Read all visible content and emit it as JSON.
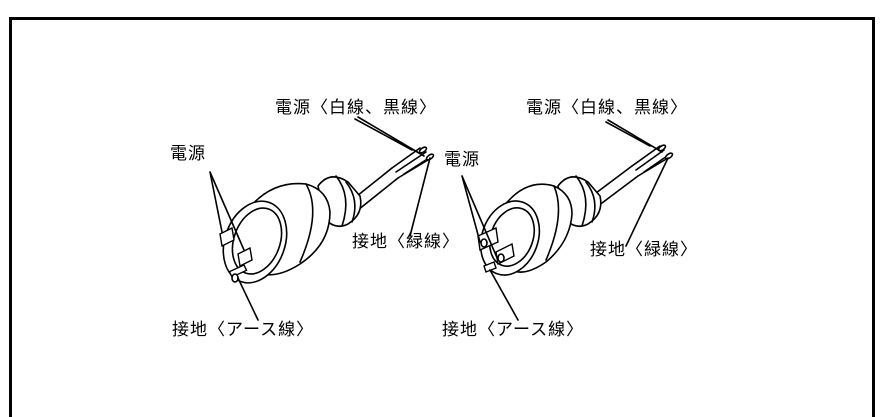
{
  "labels": {
    "left_power_wires": "電源〈白線、黒線〉",
    "left_power": "電源",
    "left_ground_green": "接地〈緑線〉",
    "left_ground_earth": "接地〈アース線〉",
    "right_power_wires": "電源〈白線、黒線〉",
    "right_power": "電源",
    "right_ground_green": "接地〈緑線〉",
    "right_ground_earth": "接地〈アース線〉"
  }
}
